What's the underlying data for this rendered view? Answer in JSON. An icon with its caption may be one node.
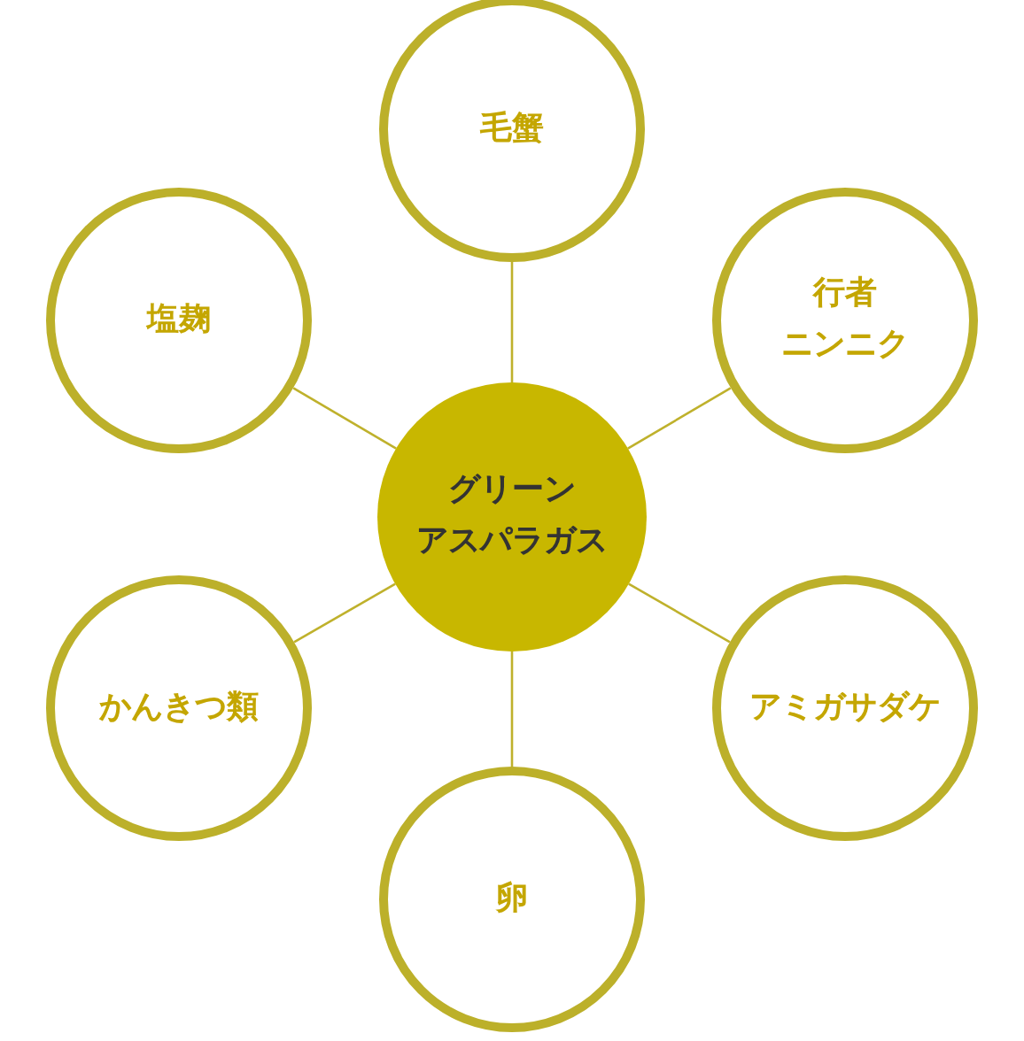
{
  "diagram": {
    "nodes": [
      {
        "text": [
          "毛蟹"
        ]
      },
      {
        "text": [
          "塩麹"
        ]
      },
      {
        "text": [
          "行者ニンニク"
        ]
      },
      {
        "text": [
          "グリーンアスパラガス"
        ]
      },
      {
        "text": [
          "かんきつ類"
        ]
      },
      {
        "text": [
          "アミガサダケ"
        ]
      },
      {
        "text": [
          "卵"
        ]
      }
    ],
    "edges": [
      {
        "from": 3,
        "to": 0,
        "arrow": "none"
      },
      {
        "from": 3,
        "to": 2,
        "arrow": "none"
      },
      {
        "from": 3,
        "to": 5,
        "arrow": "none"
      },
      {
        "from": 3,
        "to": 6,
        "arrow": "none"
      },
      {
        "from": 3,
        "to": 4,
        "arrow": "none"
      },
      {
        "from": 3,
        "to": 1,
        "arrow": "none"
      }
    ]
  }
}
